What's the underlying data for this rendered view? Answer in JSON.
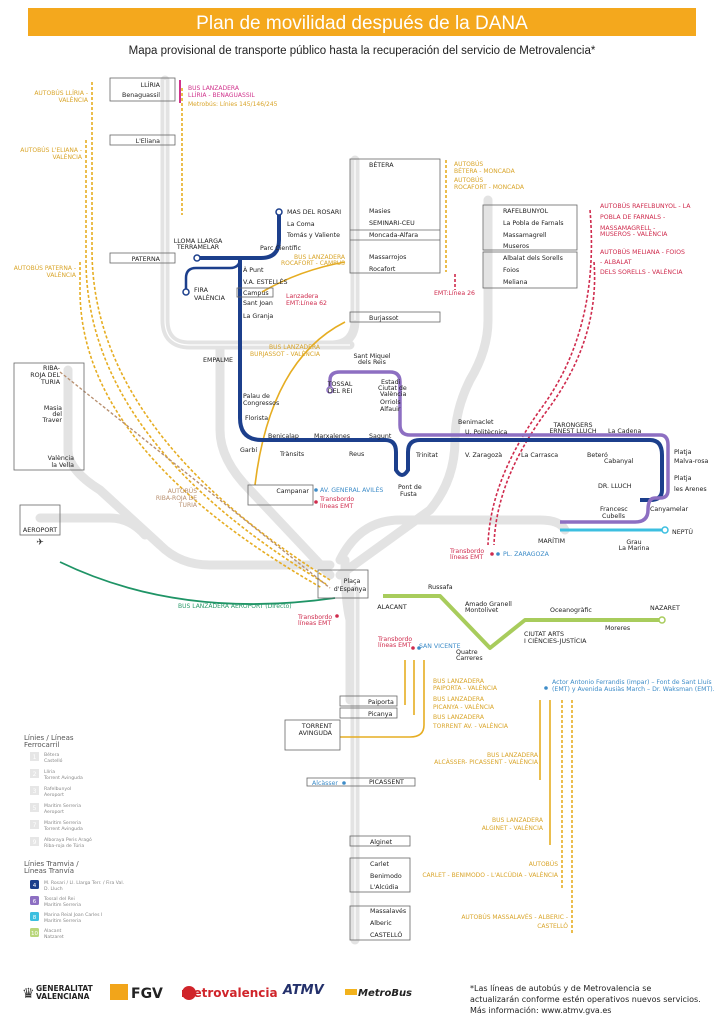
{
  "header": {
    "title": "Plan de movilidad después de la DANA",
    "subtitle": "Mapa provisional de transporte público hasta la recuperación del servicio de Metrovalencia*"
  },
  "colors": {
    "header": "#f4a81d",
    "bus": "#e6ad22",
    "tram4": "#1c3f8c",
    "tram6": "#8d6fc2",
    "tram8": "#3cbfe0",
    "tram10": "#a8cc5c",
    "emt": "#cf2b4d",
    "lanzadera_pink": "#d0338c",
    "aeroport_bus": "#1f9466"
  },
  "rail_stations": {
    "lliria": "LLÍRIA",
    "benaguassil": "Benaguassil",
    "eliana": "L'Eliana",
    "paterna": "PATERNA",
    "betera": "BÉTERA",
    "masies": "Masies",
    "seminari": "SEMINARI-CEU",
    "moncada": "Moncada-Alfara",
    "massarrojos": "Massarrojos",
    "rocafort": "Rocafort",
    "burjassot": "Burjassot",
    "rafelbunyol": "RAFELBUNYOL",
    "pobla": "La Pobla de Farnals",
    "massamagrell": "Massamagrell",
    "museros": "Museros",
    "albalat": "Albalat dels Sorells",
    "foios": "Foios",
    "meliana": "Meliana",
    "ribaroja": [
      "RIBA-",
      "ROJA DEL",
      "TURIA"
    ],
    "masia": [
      "Masia",
      "del",
      "Traver"
    ],
    "vella": [
      "València",
      "la Vella"
    ],
    "aeroport": "AEROPORT",
    "campanar": "Campanar",
    "espanya": [
      "Plaça",
      "d'Espanya"
    ],
    "paiporta": "Paiporta",
    "picanya": "Picanya",
    "torrent": [
      "TORRENT",
      "AVINGUDA"
    ],
    "alcasser": "Alcàsser",
    "picassent": "PICASSENT",
    "alginet": "Alginet",
    "carlet": "Carlet",
    "benimodo": "Benimodo",
    "alcudia": "L'Alcúdia",
    "massalaves": "Massalavés",
    "alberic": "Alberic",
    "castello": "CASTELLÓ"
  },
  "tram4": {
    "mas_rosari": "MAS DEL ROSARI",
    "la_coma": "La Coma",
    "tomas": "Tomás y Valiente",
    "lloma": [
      "LLOMA LLARGA",
      "TERRAMELAR"
    ],
    "parc": "Parc Científic",
    "a_punt": "À Punt",
    "estelles": "V.A. ESTELLÉS",
    "fira": [
      "FIRA",
      "VALÈNCIA"
    ],
    "campus": "Campus",
    "sant_joan": "Sant Joan",
    "granja": "La Granja",
    "empalme": "EMPALME",
    "palau": [
      "Palau de",
      "Congressos"
    ],
    "florista": "Florista",
    "garbi": "Garbí",
    "benicalap": "Benicalap",
    "transits": "Trànsits",
    "marxalenes": "Marxalenes",
    "reus": "Reus",
    "sagunt": "Sagunt",
    "pont": [
      "Pont de",
      "Fusta"
    ],
    "trinitat": "Trinitat",
    "benimaclet": "Benimaclet",
    "politecnica": "U. Politècnica",
    "zaragoza": "V. Zaragozà",
    "carrasca": "La Carrasca",
    "tarongers": [
      "TARONGERS",
      "ERNEST LLUCH"
    ],
    "betero": "Beteró",
    "cadena": "La Cadena",
    "cabanyal": "Cabanyal",
    "malvarosa": [
      "Platja",
      "Malva-rosa"
    ],
    "arenes": [
      "Platja",
      "les Arenes"
    ],
    "dr_lluch": "DR. LLUCH",
    "canyamelar": "Canyamelar",
    "cubells": [
      "Francesc",
      "Cubells"
    ],
    "maritim": "MARÍTIM",
    "grau": [
      "Grau",
      "La Marina"
    ],
    "neptu": "NEPTÚ"
  },
  "tram6": {
    "tossal": [
      "TOSSAL",
      "DEL REI"
    ],
    "sant_miquel": [
      "Sant Miquel",
      "dels Reis"
    ],
    "estadi": [
      "Estadi",
      "Ciutat de",
      "València"
    ],
    "orriols": "Orriols",
    "alfauir": "Alfauir"
  },
  "tram10": {
    "alacant": "ALACANT",
    "russafa": "Russafa",
    "amado": [
      "Amado Granell",
      "Montolivet"
    ],
    "quatre": [
      "Quatre",
      "Carreres"
    ],
    "ciutat": [
      "CIUTAT ARTS",
      "I CIÈNCIES-JUSTÍCIA"
    ],
    "oceanografic": "Oceanogràfic",
    "moreres": "Moreres",
    "nazaret": "NAZARET"
  },
  "bus": {
    "lliria": [
      "AUTOBÚS LLÍRIA -",
      "VALÈNCIA"
    ],
    "eliana": [
      "AUTOBÚS L'ELIANA -",
      "VALÈNCIA"
    ],
    "paterna": [
      "AUTOBÚS PATERNA -",
      "VALÈNCIA"
    ],
    "lanz_lliria": [
      "BUS LANZADERA",
      "LLÍRIA - BENAGUASSIL"
    ],
    "metrobus": "Metrobús: Línies 145/146/245",
    "rocafort_campus": [
      "BUS LANZADERA",
      "ROCAFORT - CAMPUS"
    ],
    "burjassot": [
      "BUS LANZADERA",
      "BURJASSOT - VALÈNCIA"
    ],
    "betera_moncada": [
      "AUTOBÚS",
      "BÉTERA - MONCADA"
    ],
    "rocafort_moncada": [
      "AUTOBÚS",
      "ROCAFORT - MONCADA"
    ],
    "emt26": "EMT:Línea 26",
    "emt62": [
      "Lanzadera",
      "EMT:Línea 62"
    ],
    "rafelbunyol": [
      "AUTOBÚS RAFELBUNYOL - LA",
      "POBLA DE FARNALS -",
      "MASSAMAGRELL -",
      "MUSEROS - VALÈNCIA"
    ],
    "meliana": [
      "AUTOBÚS MELIANA - FOIOS",
      "- ALBALAT",
      "DELS SORELLS - VALÈNCIA"
    ],
    "ribaroja": [
      "AUTOBÚS",
      "RIBA-ROJA DE",
      "TURIA"
    ],
    "aeroport": "BUS LANZADERA AEROPORT (Directo)",
    "gen_aviles": "AV. GENERAL AVILÉS",
    "pl_zaragoza": "PL. ZARAGOZA",
    "san_vicente": "SAN VICENTE",
    "transbordo": [
      "Transbordo",
      "líneas EMT"
    ],
    "paiporta": [
      "BUS LANZADERA",
      "PAIPORTA - VALÈNCIA"
    ],
    "picanya": [
      "BUS LANZADERA",
      "PICANYA - VALÈNCIA"
    ],
    "torrent": [
      "BUS LANZADERA",
      "TORRENT AV. - VALÈNCIA"
    ],
    "ferrandis": [
      "Actor Antonio Ferrandis (impar) – Font de Sant Lluís",
      "(EMT) y Avenida Ausiàs March – Dr. Waksman (EMT)."
    ],
    "alcasser": [
      "BUS LANZADERA",
      "ALCÀSSER- PICASSENT - VALÈNCIA"
    ],
    "alginet": [
      "BUS LANZADERA",
      "ALGINET - VALÈNCIA"
    ],
    "carlet": [
      "AUTOBÚS",
      "CARLET - BENIMODO - L'ALCÚDIA - VALÈNCIA"
    ],
    "massalaves": [
      "AUTOBÚS MASSALAVÉS - ALBERIC -",
      "CASTELLÓ"
    ]
  },
  "legend": {
    "rail_title": [
      "Línies / Líneas",
      "Ferrocarril"
    ],
    "rail": [
      {
        "num": "1",
        "lines": [
          "Bétera",
          "Castelló"
        ]
      },
      {
        "num": "2",
        "lines": [
          "Llíria",
          "Torrent Avinguda"
        ]
      },
      {
        "num": "3",
        "lines": [
          "Rafelbunyol",
          "Aeroport"
        ]
      },
      {
        "num": "5",
        "lines": [
          "Marítim Serreria",
          "Aeroport"
        ]
      },
      {
        "num": "7",
        "lines": [
          "Marítim Serreria",
          "Torrent Avinguda"
        ]
      },
      {
        "num": "9",
        "lines": [
          "Alboraya Peris Aragó",
          "Riba-roja de Túria"
        ]
      }
    ],
    "tram_title": [
      "Línies Tramvia /",
      "Líneas Tranvía"
    ],
    "tram": [
      {
        "num": "4",
        "color": "#1c3f8c",
        "lines": [
          "M. Rosari / Ll. Llarga Terr. / Fira Val.",
          "D. Lluch"
        ]
      },
      {
        "num": "6",
        "color": "#8d6fc2",
        "lines": [
          "Tossal del Rei",
          "Marítim Serreria"
        ]
      },
      {
        "num": "8",
        "color": "#3cbfe0",
        "lines": [
          "Marina Reial Joan Carles I",
          "Marítim Serreria"
        ]
      },
      {
        "num": "10",
        "color": "#b9d67a",
        "lines": [
          "Alacant",
          "Natzaret"
        ]
      }
    ]
  },
  "footer": {
    "logos": [
      "GENERALITAT",
      "VALENCIANA",
      "FGV",
      "metrovalencia",
      "ATMV",
      "MetroBus"
    ],
    "note": [
      "*Las líneas de autobús y de Metrovalencia se",
      "actualizarán conforme estén operativos nuevos servicios.",
      "Más información: www.atmv.gva.es"
    ]
  }
}
